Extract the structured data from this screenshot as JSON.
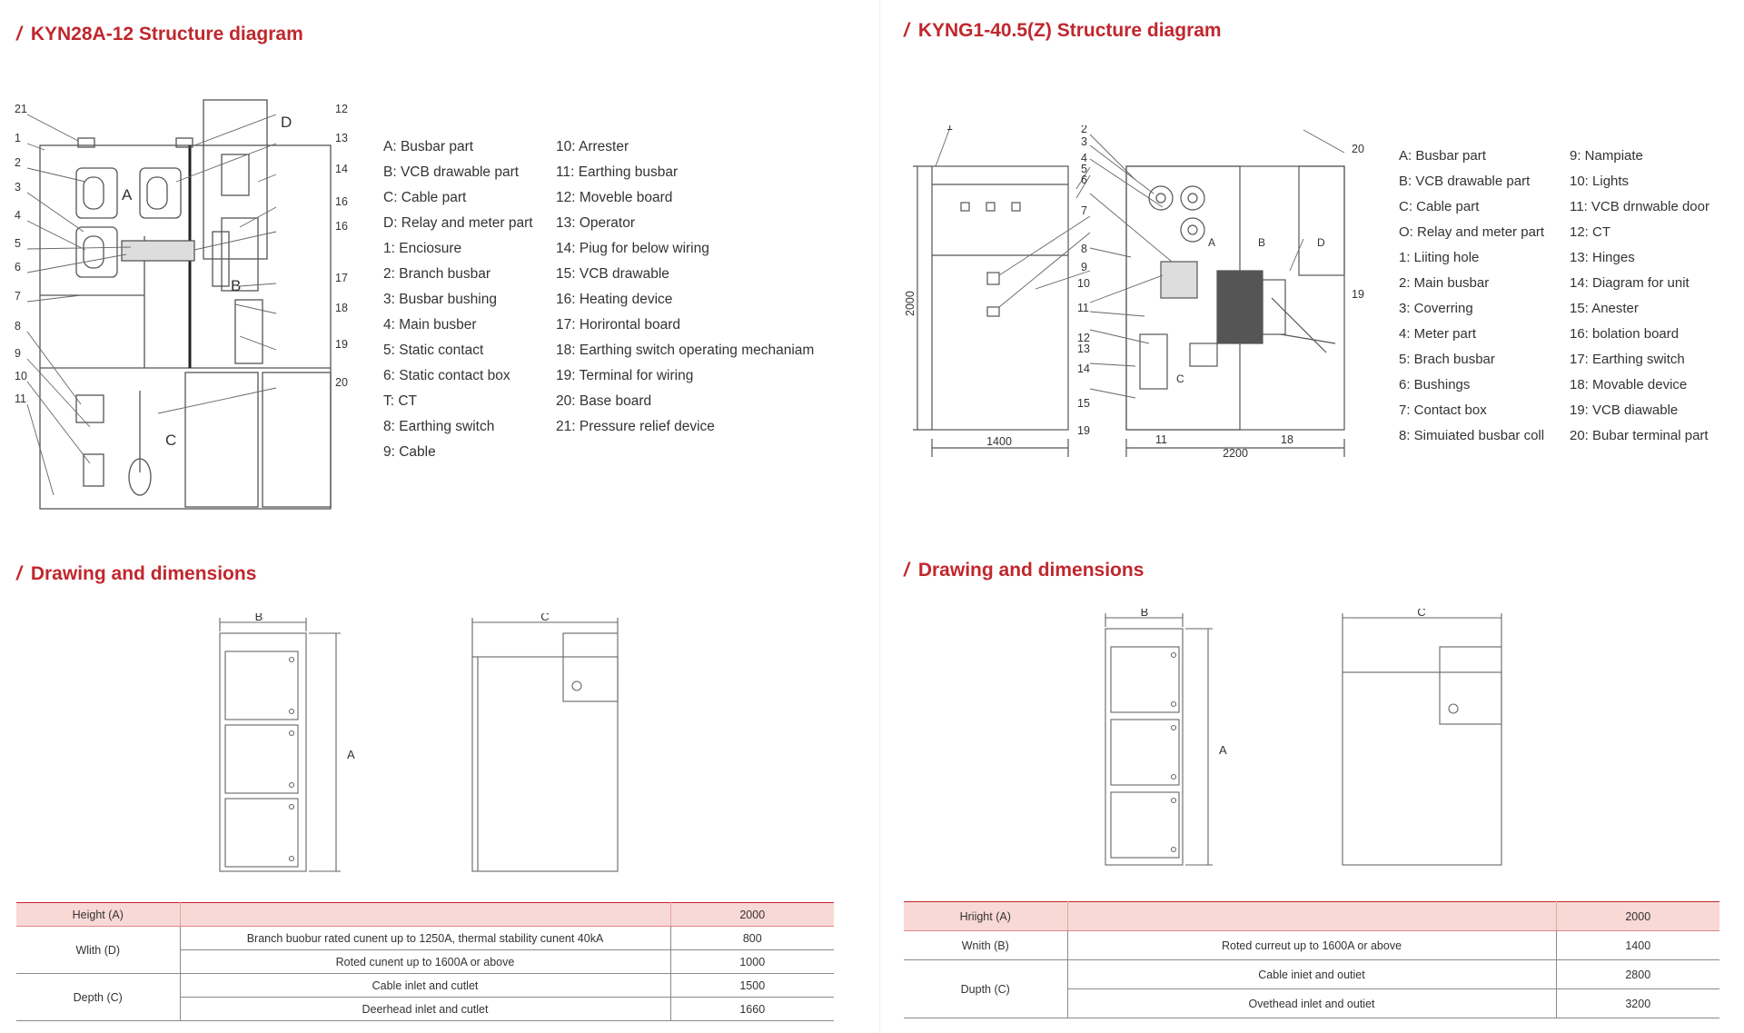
{
  "left": {
    "structure_heading": "KYN28A-12 Structure diagram",
    "drawing_heading": "Drawing and dimensions",
    "callouts_left": [
      "21",
      "1",
      "2",
      "3",
      "4",
      "5",
      "6",
      "7",
      "8",
      "9",
      "10",
      "11"
    ],
    "callouts_right": [
      "12",
      "13",
      "14",
      "16",
      "16",
      "17",
      "18",
      "19",
      "20"
    ],
    "zone_labels": [
      "A",
      "B",
      "C",
      "D"
    ],
    "dim_labels": {
      "width": "B",
      "height": "A",
      "depth": "C"
    },
    "legend_col1": [
      "A: Busbar part",
      "B: VCB drawable part",
      "C: Cable part",
      "D: Relay and meter part",
      "1: Enciosure",
      "2: Branch busbar",
      "3: Busbar bushing",
      "4: Main busber",
      "5: Static contact",
      "6: Static contact box",
      "T: CT",
      "8: Earthing switch",
      "9: Cable"
    ],
    "legend_col2": [
      "10: Arrester",
      "11: Earthing busbar",
      "12: Moveble board",
      "13: Operator",
      "14: Piug for below wiring",
      "15: VCB drawable",
      "16: Heating device",
      "17: Horirontal board",
      "18: Earthing switch operating mechaniam",
      "19:  Terminal for wiring",
      "20: Base board",
      "21: Pressure relief device"
    ],
    "table": {
      "header": {
        "label": "Height (A)",
        "desc": "",
        "value": "2000"
      },
      "width_label": "Wlith (D)",
      "depth_label": "Depth (C)",
      "rows": [
        {
          "desc": "Branch buobur rated cunent up to 1250A, thermal stability cunent 40kA",
          "value": "800"
        },
        {
          "desc": "Roted cunent up to 1600A or above",
          "value": "1000"
        },
        {
          "desc": "Cable inlet and cutlet",
          "value": "1500"
        },
        {
          "desc": "Deerhead inlet and cutlet",
          "value": "1660"
        }
      ]
    }
  },
  "right": {
    "structure_heading": "KYNG1-40.5(Z) Structure diagram",
    "drawing_heading": "Drawing and dimensions",
    "front_callouts": [
      "1"
    ],
    "front_dims": {
      "height": "2000",
      "width": "1400"
    },
    "side_callouts_left": [
      "2",
      "3",
      "4",
      "5",
      "6",
      "7",
      "8",
      "9",
      "10",
      "11",
      "12",
      "13",
      "14",
      "15",
      "19"
    ],
    "side_callouts_other": [
      "20",
      "19",
      "11",
      "18"
    ],
    "side_dims": {
      "width": "2200"
    },
    "zone_labels": [
      "A",
      "B",
      "C",
      "D"
    ],
    "dim_labels": {
      "width": "B",
      "height": "A",
      "depth": "C"
    },
    "legend_col1": [
      "A: Busbar part",
      "B: VCB drawable part",
      "C: Cable part",
      "O: Relay and meter part",
      "1: Liiting hole",
      "2: Main busbar",
      "3: Coverring",
      "4: Meter part",
      "5: Brach busbar",
      "6: Bushings",
      "7: Contact box",
      "8: Simuiated busbar coll"
    ],
    "legend_col2": [
      "9: Nampiate",
      "10: Lights",
      "11: VCB drnwable door",
      "12: CT",
      "13: Hinges",
      "14: Diagram for unit",
      "15: Anester",
      "16: bolation board",
      "17: Earthing switch",
      "18: Movable device",
      "19: VCB diawable",
      "20: Bubar terminal part"
    ],
    "table": {
      "header": {
        "label": "Hriight (A)",
        "desc": "",
        "value": "2000"
      },
      "width_label": "Wnith (B)",
      "depth_label": "Dupth (C)",
      "width_row": {
        "desc": "Roted curreut up to 1600A or above",
        "value": "1400"
      },
      "rows": [
        {
          "desc": "Cable iniet and outiet",
          "value": "2800"
        },
        {
          "desc": "Ovethead inlet and outiet",
          "value": "3200"
        }
      ]
    }
  },
  "colors": {
    "accent": "#c0272d",
    "header_fill": "#f9d9d6",
    "line": "#555555"
  }
}
